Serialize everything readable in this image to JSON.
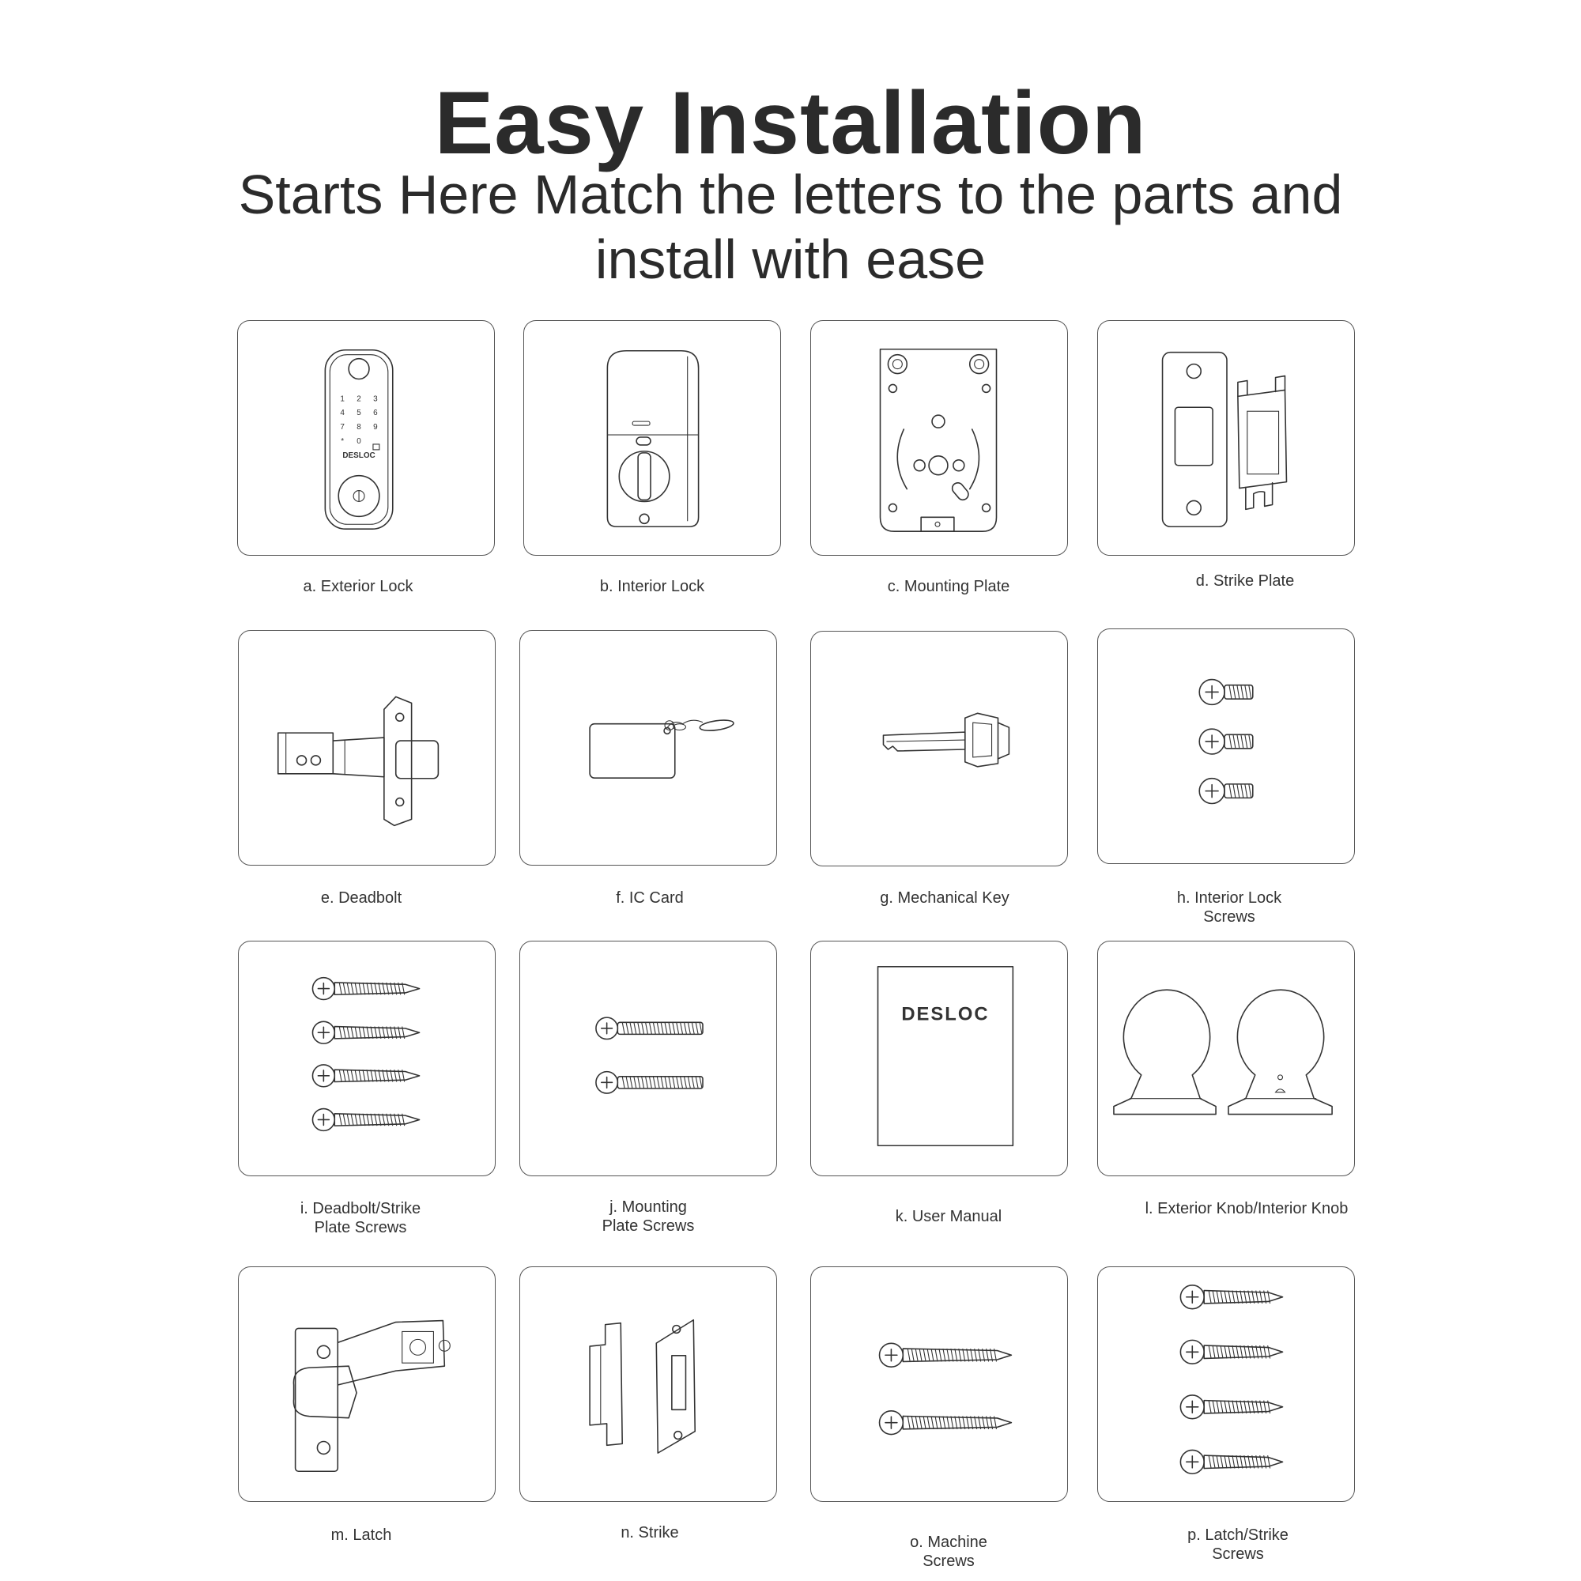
{
  "header": {
    "title": "Easy Installation",
    "subtitle": "Starts Here Match the letters to the parts and install with ease"
  },
  "brand": "DESLOC",
  "keypad": [
    "1",
    "2",
    "3",
    "4",
    "5",
    "6",
    "7",
    "8",
    "9",
    "*",
    "0"
  ],
  "parts": [
    {
      "letter": "a",
      "label": "a. Exterior Lock",
      "icon": "exterior-lock-icon"
    },
    {
      "letter": "b",
      "label": "b. Interior Lock",
      "icon": "interior-lock-icon"
    },
    {
      "letter": "c",
      "label": "c. Mounting Plate",
      "icon": "mounting-plate-icon"
    },
    {
      "letter": "d",
      "label": "d. Strike Plate",
      "icon": "strike-plate-icon"
    },
    {
      "letter": "e",
      "label": "e. Deadbolt",
      "icon": "deadbolt-icon"
    },
    {
      "letter": "f",
      "label": "f. IC Card",
      "icon": "ic-card-icon"
    },
    {
      "letter": "g",
      "label": "g. Mechanical Key",
      "icon": "mechanical-key-icon"
    },
    {
      "letter": "h",
      "label": "h. Interior Lock\nScrews",
      "icon": "interior-lock-screws-icon"
    },
    {
      "letter": "i",
      "label": "i. Deadbolt/Strike\nPlate Screws",
      "icon": "deadbolt-strike-screws-icon"
    },
    {
      "letter": "j",
      "label": "j. Mounting\nPlate Screws",
      "icon": "mounting-plate-screws-icon"
    },
    {
      "letter": "k",
      "label": "k. User Manual",
      "icon": "user-manual-icon"
    },
    {
      "letter": "l",
      "label": "l. Exterior Knob/Interior Knob",
      "icon": "knobs-icon"
    },
    {
      "letter": "m",
      "label": "m. Latch",
      "icon": "latch-icon"
    },
    {
      "letter": "n",
      "label": "n. Strike",
      "icon": "strike-icon"
    },
    {
      "letter": "o",
      "label": "o. Machine\nScrews",
      "icon": "machine-screws-icon"
    },
    {
      "letter": "p",
      "label": "p. Latch/Strike\nScrews",
      "icon": "latch-strike-screws-icon"
    }
  ]
}
